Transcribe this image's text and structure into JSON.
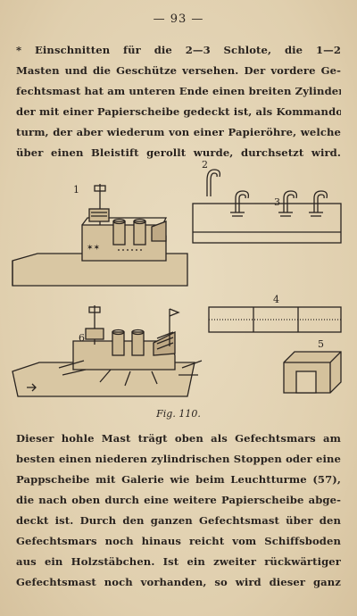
{
  "page": {
    "number": "— 93 —",
    "top_lines": [
      "* Einschnitten für die 2—3 Schlote, die 1—2",
      "Masten und die Geschütze versehen. Der vordere Ge-",
      "fechtsmast hat am unteren Ende einen breiten Zylinder,",
      "der mit einer Papierscheibe gedeckt ist, als Kommando-",
      "turm, der aber wiederum von einer Papieröhre, welche",
      "über einen Bleistift gerollt wurde, durchsetzt wird."
    ],
    "figure": {
      "labels": [
        "1",
        "2",
        "3",
        "4",
        "5",
        "6"
      ],
      "caption": "Fig. 110."
    },
    "bottom_lines": [
      "Dieser hohle Mast trägt oben als Gefechtsmars am",
      "besten einen niederen zylindrischen Stoppen oder eine",
      "Pappscheibe mit Galerie wie beim Leuchtturme (57),",
      "die nach oben durch eine weitere Papierscheibe abge-",
      "deckt ist. Durch den ganzen Gefechtsmast über den",
      "Gefechtsmars noch hinaus reicht vom Schiffsboden",
      "aus ein Holzstäbchen. Ist ein zweiter rückwärtiger",
      "Gefechtsmast noch vorhanden, so wird dieser ganz"
    ]
  }
}
